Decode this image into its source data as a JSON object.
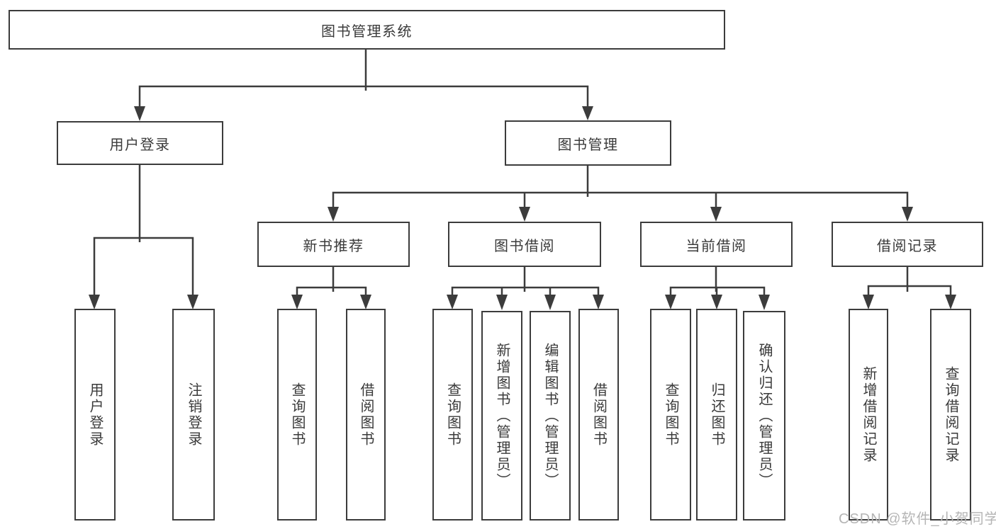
{
  "tree": {
    "root": {
      "label": "图书管理系统"
    },
    "branches": [
      {
        "label": "用户登录",
        "leaves": [
          {
            "label": "用户登录"
          },
          {
            "label": "注销登录"
          }
        ]
      },
      {
        "label": "图书管理",
        "children": [
          {
            "label": "新书推荐",
            "leaves": [
              {
                "label": "查询图书"
              },
              {
                "label": "借阅图书"
              }
            ]
          },
          {
            "label": "图书借阅",
            "leaves": [
              {
                "label": "查询图书"
              },
              {
                "label": "新增图书（管理员）"
              },
              {
                "label": "编辑图书（管理员）"
              },
              {
                "label": "借阅图书"
              }
            ]
          },
          {
            "label": "当前借阅",
            "leaves": [
              {
                "label": "查询图书"
              },
              {
                "label": "归还图书"
              },
              {
                "label": "确认归还（管理员）"
              }
            ]
          },
          {
            "label": "借阅记录",
            "leaves": [
              {
                "label": "新增借阅记录"
              },
              {
                "label": "查询借阅记录"
              }
            ]
          }
        ]
      }
    ]
  },
  "watermark": {
    "text": "CSDN @软件_小贺同学"
  },
  "colors": {
    "line": "#3c3c3c",
    "text": "#3a3a3a",
    "watermark": "#b5b5b5",
    "background": "#ffffff"
  }
}
